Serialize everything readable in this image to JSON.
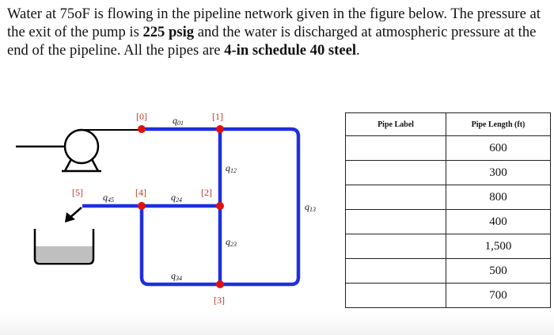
{
  "problem": {
    "part1": "Water at 75oF is flowing in the pipeline network given in the figure below. The pressure at the exit of the pump is ",
    "pressure": "225 psig",
    "part2": " and the water is discharged at atmospheric pressure at the end of the pipeline. All the pipes are ",
    "pipe_spec": "4-in schedule 40 steel",
    "part3": "."
  },
  "diagram": {
    "nodes": {
      "n0": "[0]",
      "n1": "[1]",
      "n2": "[2]",
      "n3": "[3]",
      "n4": "[4]",
      "n5": "[5]"
    },
    "flows": {
      "q01": {
        "base": "q",
        "sub": "01"
      },
      "q12": {
        "base": "q",
        "sub": "12"
      },
      "q13": {
        "base": "q",
        "sub": "13"
      },
      "q23": {
        "base": "q",
        "sub": "23"
      },
      "q24": {
        "base": "q",
        "sub": "24"
      },
      "q34": {
        "base": "q",
        "sub": "34"
      },
      "q45": {
        "base": "q",
        "sub": "45"
      }
    },
    "colors": {
      "pipe": "#1f2fe0",
      "node": "#e01010"
    }
  },
  "table": {
    "headers": [
      "Pipe Label",
      "Pipe Length (ft)"
    ],
    "rows": [
      {
        "label": "",
        "length": "600"
      },
      {
        "label": "",
        "length": "300"
      },
      {
        "label": "",
        "length": "800"
      },
      {
        "label": "",
        "length": "400"
      },
      {
        "label": "",
        "length": "1,500"
      },
      {
        "label": "",
        "length": "500"
      },
      {
        "label": "",
        "length": "700"
      }
    ]
  }
}
